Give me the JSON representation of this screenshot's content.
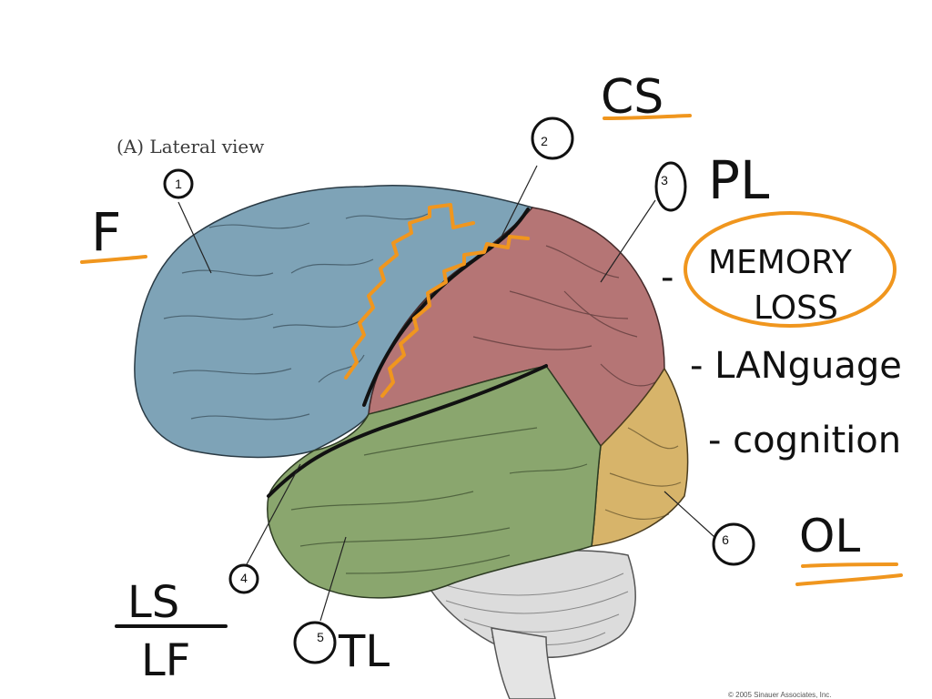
{
  "figure": {
    "panel_title": "(A)  Lateral view",
    "credit": "© 2005 Sinauer Associates, Inc."
  },
  "callouts": [
    {
      "number": "1"
    },
    {
      "number": "2"
    },
    {
      "number": "3"
    },
    {
      "number": "4"
    },
    {
      "number": "5"
    },
    {
      "number": "6"
    }
  ],
  "annotations": {
    "frontal": "F",
    "central_sulcus": "CS",
    "parietal": "PL",
    "bullet_1": "-",
    "memory": "MEMORY",
    "loss": "LOSS",
    "language": "- LANguage",
    "cognition": "- cognition",
    "occipital": "OL",
    "lateral_sulcus": "LS",
    "lateral_fissure": "LF",
    "temporal": "TL"
  },
  "colors": {
    "frontal": "#7ea3b7",
    "parietal": "#b57575",
    "temporal": "#8aa66e",
    "occipital": "#d7b46a",
    "cerebellum": "#dcdcdc",
    "ink": "#111111",
    "highlight": "#f0961e"
  }
}
